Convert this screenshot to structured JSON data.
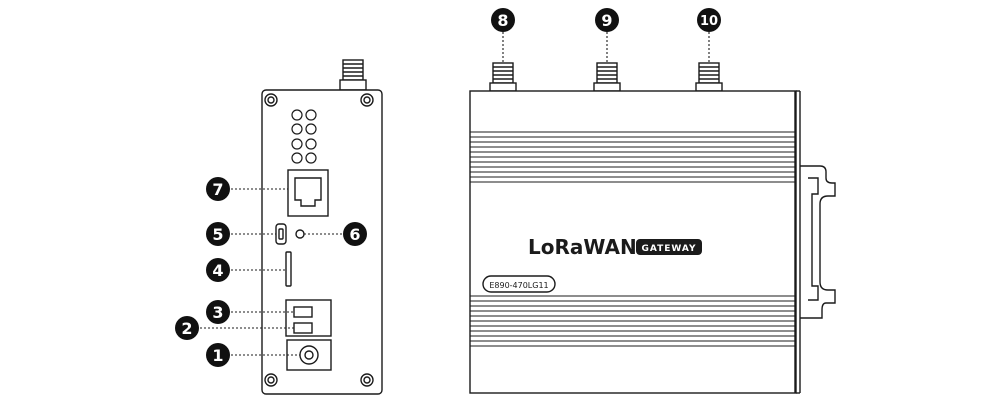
{
  "colors": {
    "line": "#1b1b1b",
    "marker_fill": "#111111",
    "marker_text": "#ffffff",
    "background": "#ffffff"
  },
  "brand": {
    "name": "LoRaWAN",
    "badge": "GATEWAY"
  },
  "model_label": "E890-470LG11",
  "callouts": {
    "c1": "1",
    "c2": "2",
    "c3": "3",
    "c4": "4",
    "c5": "5",
    "c6": "6",
    "c7": "7",
    "c8": "8",
    "c9": "9",
    "c10": "10"
  },
  "icons": {
    "callout_marker": "filled-circle-number",
    "antenna": "sma-connector-icon",
    "ethernet": "rj45-port-icon",
    "usb": "micro-usb-port-icon",
    "led": "indicator-led-icon",
    "sim": "sim-slot-icon",
    "power": "dc-jack-icon",
    "terminal": "terminal-block-icon"
  }
}
